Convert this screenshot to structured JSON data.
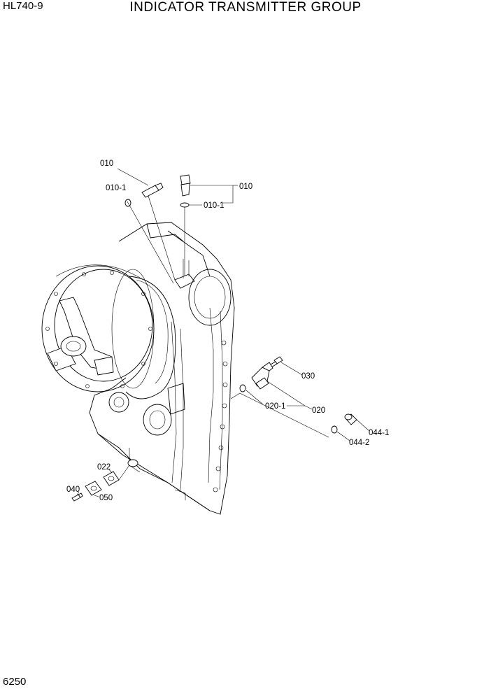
{
  "header": {
    "model": "HL740-9",
    "title": "INDICATOR TRANSMITTER GROUP"
  },
  "footer": {
    "page_number": "6250"
  },
  "callouts": [
    {
      "id": "c010a",
      "label": "010"
    },
    {
      "id": "c0101a",
      "label": "010-1"
    },
    {
      "id": "c010b",
      "label": "010"
    },
    {
      "id": "c0101b",
      "label": "010-1"
    },
    {
      "id": "c030",
      "label": "030"
    },
    {
      "id": "c0201",
      "label": "020-1"
    },
    {
      "id": "c020",
      "label": "020"
    },
    {
      "id": "c0441",
      "label": "044-1"
    },
    {
      "id": "c0442",
      "label": "044-2"
    },
    {
      "id": "c022",
      "label": "022"
    },
    {
      "id": "c040",
      "label": "040"
    },
    {
      "id": "c050",
      "label": "050"
    }
  ]
}
